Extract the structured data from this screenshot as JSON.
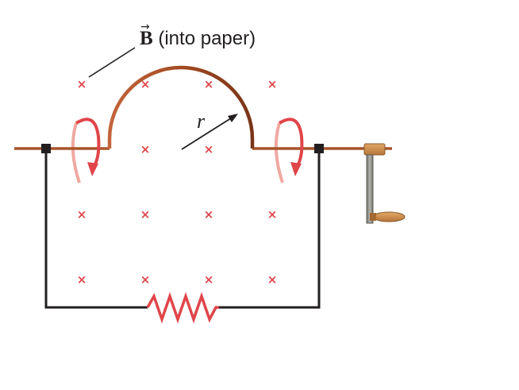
{
  "diagram": {
    "field_vector_symbol": "B",
    "field_direction_text": "(into paper)",
    "radius_symbol": "r",
    "field_marker_glyph": "×",
    "colors": {
      "field_marker": "#e0454a",
      "wire_copper": "#a9542a",
      "circuit_wire": "#231f20",
      "resistor": "#e0454a",
      "rotation_arrow": "#e0454a",
      "crank_metal": "#8e8e88",
      "crank_wood": "#c98b4a"
    }
  }
}
